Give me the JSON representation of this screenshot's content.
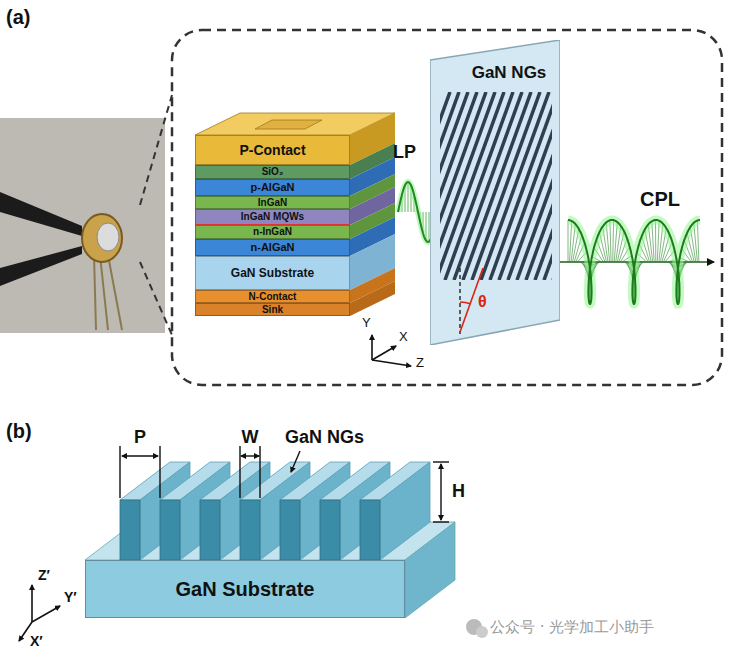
{
  "diagram": {
    "nodes": [
      {
        "text": [
          "P-Contact"
        ]
      },
      {
        "text": [
          "SiO₂"
        ]
      },
      {
        "text": [
          "p-AlGaN"
        ]
      },
      {
        "text": [
          "InGaN"
        ]
      },
      {
        "text": [
          "InGaN MQWs"
        ]
      },
      {
        "text": [
          "n-InGaN"
        ]
      },
      {
        "text": [
          "n-AlGaN"
        ]
      },
      {
        "text": [
          "GaN Substrate"
        ]
      },
      {
        "text": [
          "N-Contact"
        ]
      },
      {
        "text": [
          "Sink"
        ]
      },
      {
        "text": [
          "GaN NGs"
        ]
      },
      {
        "text": [
          "GaN Substrate"
        ]
      }
    ],
    "labels": [
      "(a)",
      "Y",
      "X",
      "Z",
      "LP",
      "θ",
      "CPL",
      "(b)",
      "P",
      "W",
      "GaN NGs",
      "H",
      "Z′",
      "Y′",
      "X′",
      "公众号 · 光学加工小助手"
    ]
  }
}
